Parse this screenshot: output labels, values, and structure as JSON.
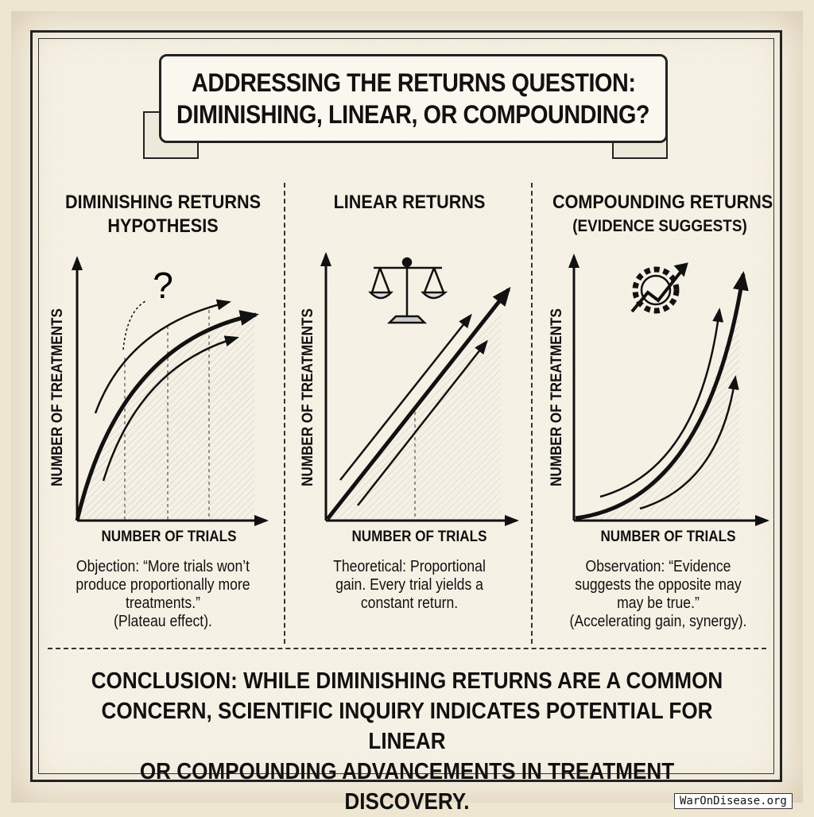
{
  "title": {
    "line1": "ADDRESSING THE RETURNS QUESTION:",
    "line2": "DIMINISHING, LINEAR, OR COMPOUNDING?"
  },
  "panels": [
    {
      "title": "DIMINISHING RETURNS",
      "subtitle": "HYPOTHESIS",
      "icon": "question-mark-icon",
      "icon_text": "?",
      "xlabel": "NUMBER OF TRIALS",
      "ylabel": "NUMBER OF TREATMENTS",
      "caption": [
        "Objection: “More trials won’t",
        "produce proportionally more",
        "treatments.”",
        "(Plateau effect)."
      ]
    },
    {
      "title": "LINEAR RETURNS",
      "icon": "balance-scale-icon",
      "xlabel": "NUMBER OF TRIALS",
      "ylabel": "NUMBER OF TREATMENTS",
      "caption": [
        "Theoretical: Proportional",
        "gain. Every trial yields a",
        "constant return."
      ]
    },
    {
      "title": "COMPOUNDING RETURNS",
      "subtitle": "(EVIDENCE SUGGESTS)",
      "icon": "gear-growth-icon",
      "xlabel": "NUMBER OF TRIALS",
      "ylabel": "NUMBER OF TREATMENTS",
      "caption": [
        "Observation: “Evidence",
        "suggests the opposite may",
        "may be true.”",
        "(Accelerating gain, synergy)."
      ]
    }
  ],
  "conclusion": [
    "CONCLUSION: WHILE DIMINISHING RETURNS ARE A COMMON",
    "CONCERN, SCIENTIFIC INQUIRY INDICATES POTENTIAL FOR LINEAR",
    "OR COMPOUNDING ADVANCEMENTS IN TREATMENT DISCOVERY."
  ],
  "watermark": "WarOnDisease.org"
}
